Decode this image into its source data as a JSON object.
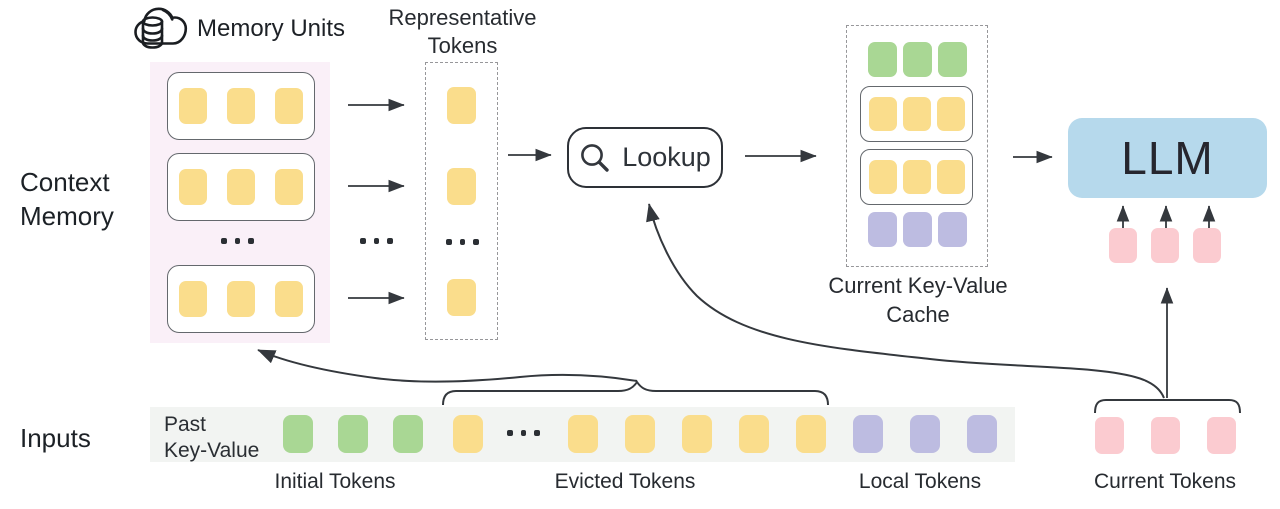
{
  "labels": {
    "context_memory": "Context\nMemory",
    "memory_units": "Memory Units",
    "representative_tokens": "Representative\nTokens",
    "lookup": "Lookup",
    "current_kv_cache": "Current Key-Value\nCache",
    "llm": "LLM",
    "inputs": "Inputs",
    "past_key_value": "Past\nKey-Value",
    "initial_tokens": "Initial Tokens",
    "evicted_tokens": "Evicted Tokens",
    "local_tokens": "Local Tokens",
    "current_tokens": "Current Tokens"
  },
  "colors": {
    "yellow": "#fadd8c",
    "green": "#a9d794",
    "purple": "#bdbce1",
    "pink": "#fbcbd0",
    "llm_blue": "#b6d9ec",
    "memory_panel_pink": "#faf0f8",
    "input_strip_gray": "#f2f4f2",
    "line": "#34383d"
  },
  "icons": {
    "memory_units": "cloud-database-icon",
    "lookup": "magnifier-icon"
  },
  "token_layout": {
    "memory_units": [
      {
        "color": "yellow",
        "count": 3
      },
      {
        "color": "yellow",
        "count": 3
      },
      {
        "color": "yellow",
        "count": 3
      }
    ],
    "representative": [
      {
        "color": "yellow",
        "count": 1
      },
      {
        "color": "yellow",
        "count": 1
      },
      {
        "color": "yellow",
        "count": 1
      }
    ],
    "cache_rows": [
      {
        "color": "green",
        "count": 3,
        "boxed": false
      },
      {
        "color": "yellow",
        "count": 3,
        "boxed": true
      },
      {
        "color": "yellow",
        "count": 3,
        "boxed": true
      },
      {
        "color": "purple",
        "count": 3,
        "boxed": false
      }
    ],
    "input_sequence": [
      {
        "color": "green",
        "count": 3
      },
      {
        "color": "yellow",
        "count": 1
      },
      {
        "ellipsis": true
      },
      {
        "color": "yellow",
        "count": 5
      },
      {
        "color": "purple",
        "count": 3
      }
    ],
    "llm_inputs": {
      "color": "pink",
      "count": 3
    },
    "current_tokens": {
      "color": "pink",
      "count": 3
    }
  }
}
